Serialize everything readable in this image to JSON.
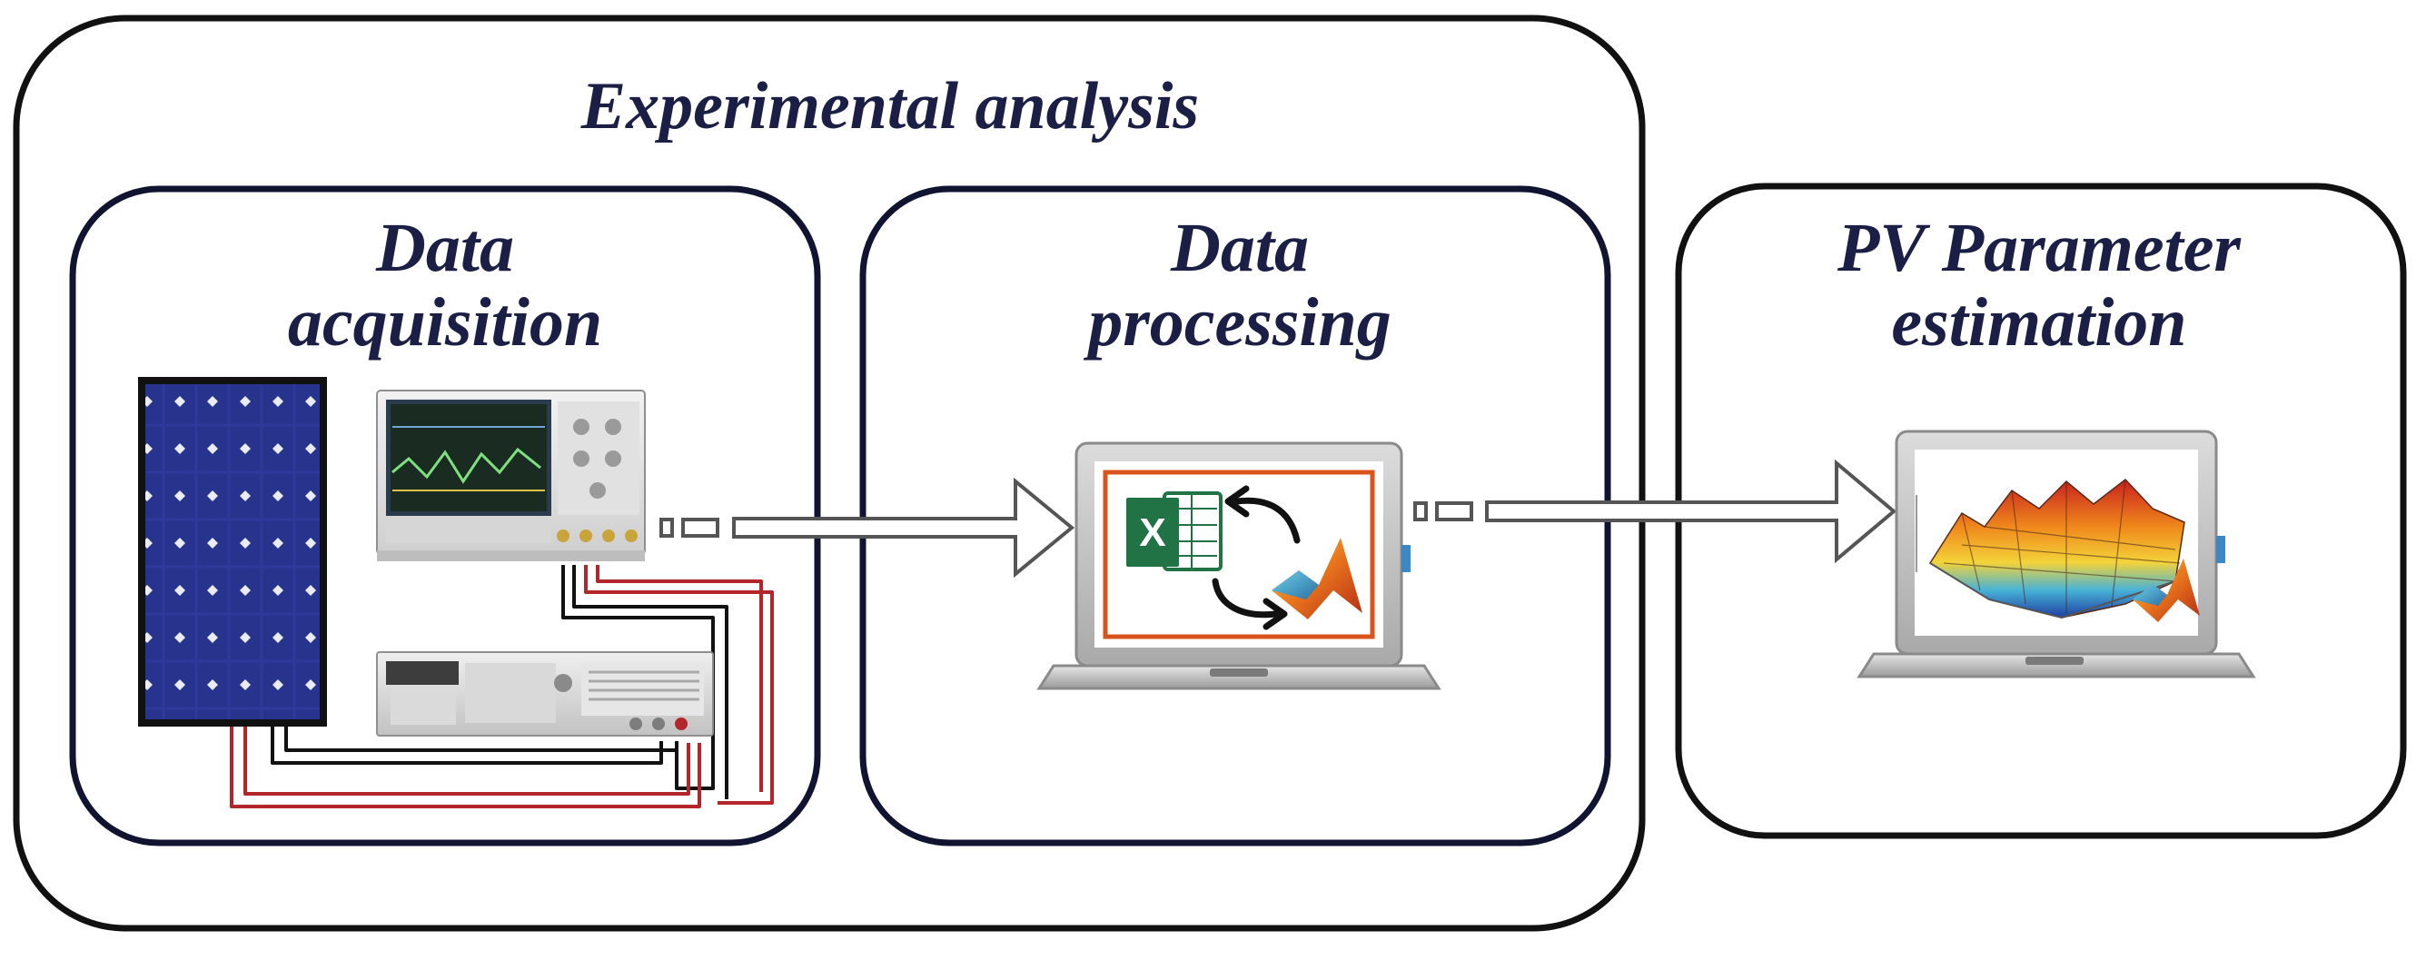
{
  "outer": {
    "title": "Experimental analysis"
  },
  "boxes": {
    "acquisition": {
      "line1": "Data",
      "line2": "acquisition"
    },
    "processing": {
      "line1": "Data",
      "line2": "processing"
    },
    "estimation": {
      "line1": "PV Parameter",
      "line2": "estimation"
    }
  },
  "icons": {
    "spreadsheet_letter": "X"
  },
  "colors": {
    "title_text": "#1c1f45",
    "panel_blue": "#27338c",
    "cable_red": "#b3262b",
    "screen_border": "#d9541c",
    "excel_green": "#217346"
  }
}
